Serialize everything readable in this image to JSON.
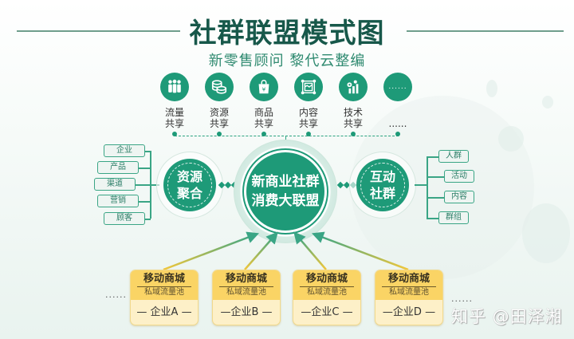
{
  "header": {
    "title": "社群联盟模式图",
    "subtitle": "新零售顾问  黎代云整编"
  },
  "shares": [
    {
      "icon": "people-icon",
      "line1": "流量",
      "line2": "共享"
    },
    {
      "icon": "coins-stack-icon",
      "line1": "资源",
      "line2": "共享"
    },
    {
      "icon": "shopping-bag-yen-icon",
      "line1": "商品",
      "line2": "共享"
    },
    {
      "icon": "content-frame-icon",
      "line1": "内容",
      "line2": "共享"
    },
    {
      "icon": "gear-chart-icon",
      "line1": "技术",
      "line2": "共享"
    },
    {
      "icon": "ellipsis-icon",
      "line1": "",
      "line2": "......",
      "circle_text": "......"
    }
  ],
  "left_hub": {
    "line1": "资源",
    "line2": "聚合",
    "items": [
      "企业",
      "产品",
      "渠道",
      "营销",
      "顾客"
    ]
  },
  "center_hub": {
    "line1": "新商业社群",
    "line2": "消费大联盟"
  },
  "right_hub": {
    "line1": "互动",
    "line2": "社群",
    "items": [
      "人群",
      "活动",
      "内容",
      "群组"
    ]
  },
  "stores": [
    {
      "name": "移动商城",
      "sub": "私域流量池",
      "enterprise": "— 企业A —"
    },
    {
      "name": "移动商城",
      "sub": "私域流量池",
      "enterprise": "—企业B —"
    },
    {
      "name": "移动商城",
      "sub": "私域流量池",
      "enterprise": "—企业C —"
    },
    {
      "name": "移动商城",
      "sub": "私域流量池",
      "enterprise": "—企业D —"
    }
  ],
  "more_left": "......",
  "more_right": "......",
  "watermark": "知乎 @田泽湘",
  "colors": {
    "primary_green": "#1e9a78",
    "title_green": "#17584a",
    "subtitle_green": "#2f8a70",
    "store_yellow": "#fad465",
    "store_cream": "#fdf0c8"
  }
}
